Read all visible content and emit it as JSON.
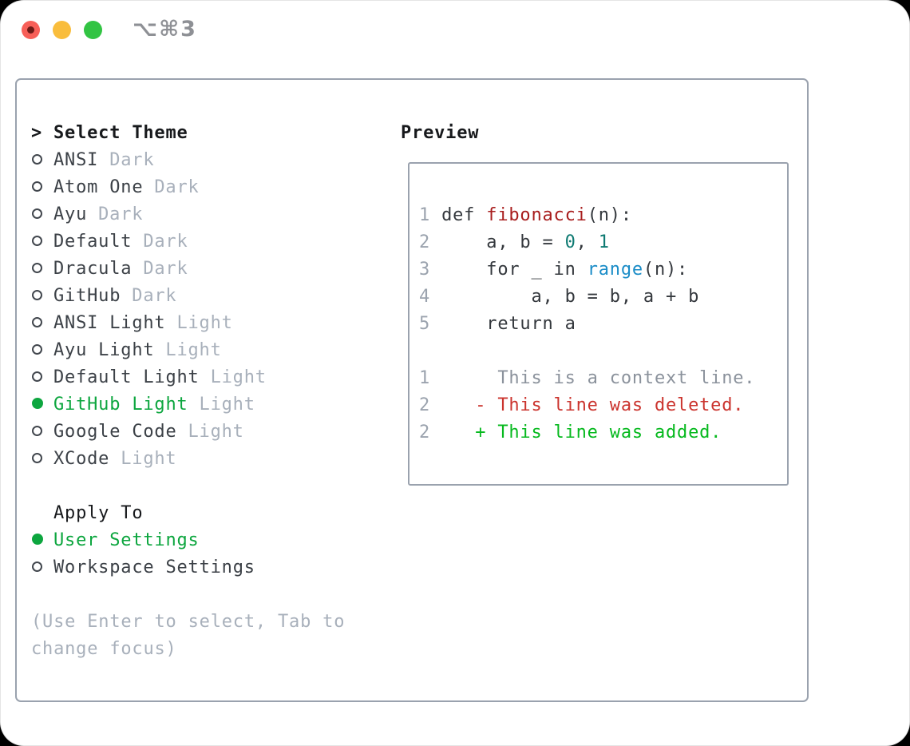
{
  "window": {
    "title": "⌥⌘3"
  },
  "titlebar": {
    "buttons": [
      {
        "name": "close",
        "icon": "traffic-light-red-dot"
      },
      {
        "name": "minimize",
        "icon": "traffic-light-yellow"
      },
      {
        "name": "zoom",
        "icon": "traffic-light-green"
      }
    ]
  },
  "icons": {
    "prompt": ">",
    "radio_unselected": "circle-outline",
    "radio_selected": "circle-filled"
  },
  "theme_picker": {
    "prompt": ">",
    "header": "Select Theme",
    "items": [
      {
        "name": "ANSI",
        "tag": "Dark",
        "selected": false
      },
      {
        "name": "Atom One",
        "tag": "Dark",
        "selected": false
      },
      {
        "name": "Ayu",
        "tag": "Dark",
        "selected": false
      },
      {
        "name": "Default",
        "tag": "Dark",
        "selected": false
      },
      {
        "name": "Dracula",
        "tag": "Dark",
        "selected": false
      },
      {
        "name": "GitHub",
        "tag": "Dark",
        "selected": false
      },
      {
        "name": "ANSI Light",
        "tag": "Light",
        "selected": false
      },
      {
        "name": "Ayu Light",
        "tag": "Light",
        "selected": false
      },
      {
        "name": "Default Light",
        "tag": "Light",
        "selected": false
      },
      {
        "name": "GitHub Light",
        "tag": "Light",
        "selected": true
      },
      {
        "name": "Google Code",
        "tag": "Light",
        "selected": false
      },
      {
        "name": "XCode",
        "tag": "Light",
        "selected": false
      }
    ]
  },
  "apply_to": {
    "header": "Apply To",
    "options": [
      {
        "label": "User Settings",
        "selected": true
      },
      {
        "label": "Workspace Settings",
        "selected": false
      }
    ]
  },
  "help": {
    "lines": [
      "(Use Enter to select, Tab to",
      "change focus)"
    ]
  },
  "preview": {
    "header": "Preview",
    "code_lines": [
      {
        "num": "1",
        "tokens": [
          {
            "t": " def ",
            "c": "plain"
          },
          {
            "t": "fibonacci",
            "c": "func"
          },
          {
            "t": "(n):",
            "c": "plain"
          }
        ]
      },
      {
        "num": "2",
        "tokens": [
          {
            "t": "     a, b = ",
            "c": "plain"
          },
          {
            "t": "0",
            "c": "num"
          },
          {
            "t": ", ",
            "c": "plain"
          },
          {
            "t": "1",
            "c": "num"
          }
        ]
      },
      {
        "num": "3",
        "tokens": [
          {
            "t": "     for _ in ",
            "c": "plain"
          },
          {
            "t": "range",
            "c": "builtin"
          },
          {
            "t": "(n):",
            "c": "plain"
          }
        ]
      },
      {
        "num": "4",
        "tokens": [
          {
            "t": "         a, b = b, a + b",
            "c": "plain"
          }
        ]
      },
      {
        "num": "5",
        "tokens": [
          {
            "t": "     return a",
            "c": "plain"
          }
        ]
      }
    ],
    "diff_lines": [
      {
        "num": "1",
        "tokens": [
          {
            "t": "      This is a context line.",
            "c": "context"
          }
        ]
      },
      {
        "num": "2",
        "tokens": [
          {
            "t": "    ",
            "c": "plain"
          },
          {
            "t": "- This line was deleted.",
            "c": "deleted"
          }
        ]
      },
      {
        "num": "2",
        "tokens": [
          {
            "t": "    ",
            "c": "plain"
          },
          {
            "t": "+ This line was added.",
            "c": "added"
          }
        ]
      }
    ]
  },
  "colors": {
    "accent_green": "#0da63f",
    "added_green": "#06b91e",
    "deleted_red": "#cb342e",
    "function_red": "#a81d1d",
    "builtin_blue": "#1a8cc7",
    "number_teal": "#0e7a72",
    "text_dark": "#34383d",
    "heading_black": "#17191c",
    "muted_gray": "#a8b0bb",
    "context_gray": "#8b929c",
    "panel_border": "#9aa2ae",
    "traffic_red": "#f75f58",
    "traffic_red_dot": "#6d1a16",
    "traffic_yellow": "#f9bd3c",
    "traffic_green": "#32c443"
  }
}
